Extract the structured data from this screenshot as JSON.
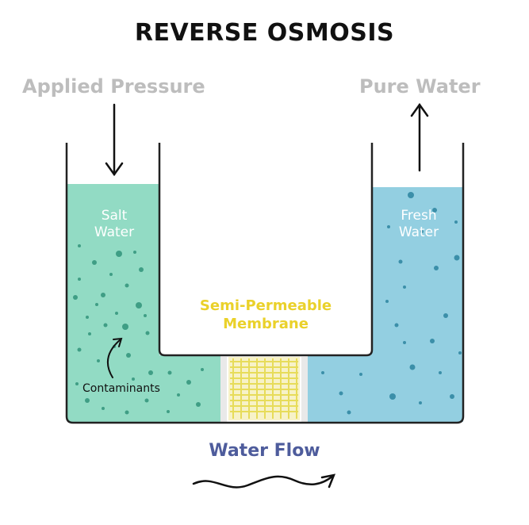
{
  "title": "REVERSE OSMOSIS",
  "labels": {
    "applied_pressure": "Applied Pressure",
    "pure_water": "Pure Water",
    "salt_water": [
      "Salt",
      "Water"
    ],
    "fresh_water": [
      "Fresh",
      "Water"
    ],
    "membrane": [
      "Semi-Permeable",
      "Membrane"
    ],
    "contaminants": "Contaminants",
    "water_flow": "Water Flow"
  },
  "colors": {
    "salt_water": "#92dbc4",
    "fresh_water": "#93cfe1",
    "particles_salt": "#3f9e85",
    "particles_fresh": "#3b8fa9",
    "membrane_grid": "#e7dc5a",
    "label_gray": "#bdbdbd",
    "flow_label": "#4e5c9c",
    "membrane_label": "#ead12a"
  },
  "icons": [
    "arrow-down-icon",
    "arrow-up-icon",
    "curved-arrow-icon",
    "wavy-arrow-icon"
  ]
}
